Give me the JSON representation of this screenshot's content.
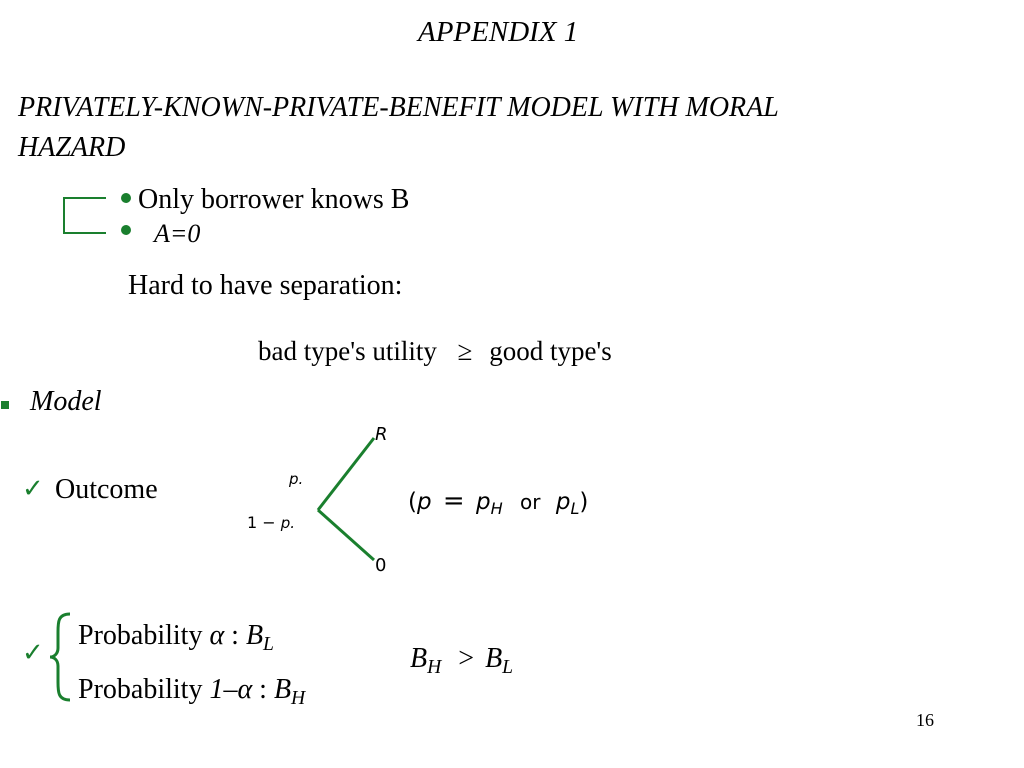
{
  "slide": {
    "title": "APPENDIX 1",
    "subtitle_line1": "PRIVATELY-KNOWN-PRIVATE-BENEFIT MODEL WITH MORAL",
    "subtitle_line2": "HAZARD",
    "bullets": [
      "Only borrower knows B",
      "A=0"
    ],
    "hard_text": "Hard to have separation:",
    "utility_left": "bad type's utility",
    "utility_symbol": "≥",
    "utility_right": "good type's",
    "model_label": "Model",
    "outcome_check": "✓",
    "outcome_label": "Outcome",
    "tree": {
      "top_leaf": "R",
      "bottom_leaf": "0",
      "upper_branch": "p.",
      "lower_prefix": "1 −",
      "lower_branch": "p.",
      "condition_open": "(",
      "condition_p": "p",
      "condition_eq": "=",
      "condition_ph": "p",
      "condition_ph_sub": "H",
      "condition_or": "or",
      "condition_pl": "p",
      "condition_pl_sub": "L",
      "condition_close": ")"
    },
    "prob_check": "✓",
    "prob1_text": "Probability",
    "prob1_alpha": "α",
    "prob1_colon": ":",
    "prob1_B": "B",
    "prob1_sub": "L",
    "prob2_text": "Probability",
    "prob2_expr": "1–α",
    "prob2_colon": ":",
    "prob2_B": "B",
    "prob2_sub": "H",
    "inequality_B1": "B",
    "inequality_sub1": "H",
    "inequality_op": ">",
    "inequality_B2": "B",
    "inequality_sub2": "L",
    "page_number": "16"
  },
  "colors": {
    "accent_green": "#1a7f2e",
    "text": "#000000",
    "background": "#ffffff"
  }
}
